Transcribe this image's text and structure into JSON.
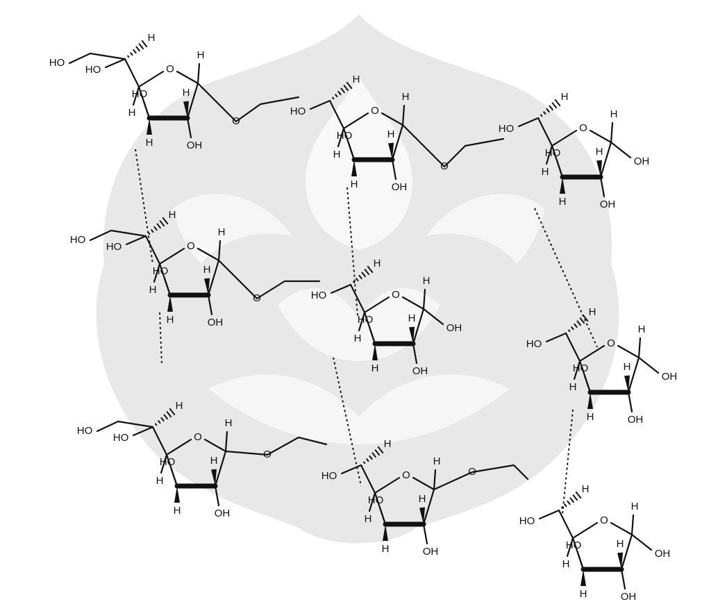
{
  "colors": {
    "ink": "#111111",
    "watermark": "#d6d6d6",
    "background": "#ffffff"
  },
  "watermark": {
    "name": "university-seal"
  },
  "atom_labels": {
    "hydroxyl": "HO",
    "hydroxyl_right": "OH",
    "hydrogen": "H",
    "oxygen": "O"
  },
  "rings": [
    {
      "row": 1,
      "index": 1
    },
    {
      "row": 1,
      "index": 2
    },
    {
      "row": 1,
      "index": 3
    },
    {
      "row": 2,
      "index": 1
    },
    {
      "row": 2,
      "index": 2
    },
    {
      "row": 2,
      "index": 3
    },
    {
      "row": 3,
      "index": 1
    },
    {
      "row": 3,
      "index": 2
    },
    {
      "row": 3,
      "index": 3
    }
  ]
}
